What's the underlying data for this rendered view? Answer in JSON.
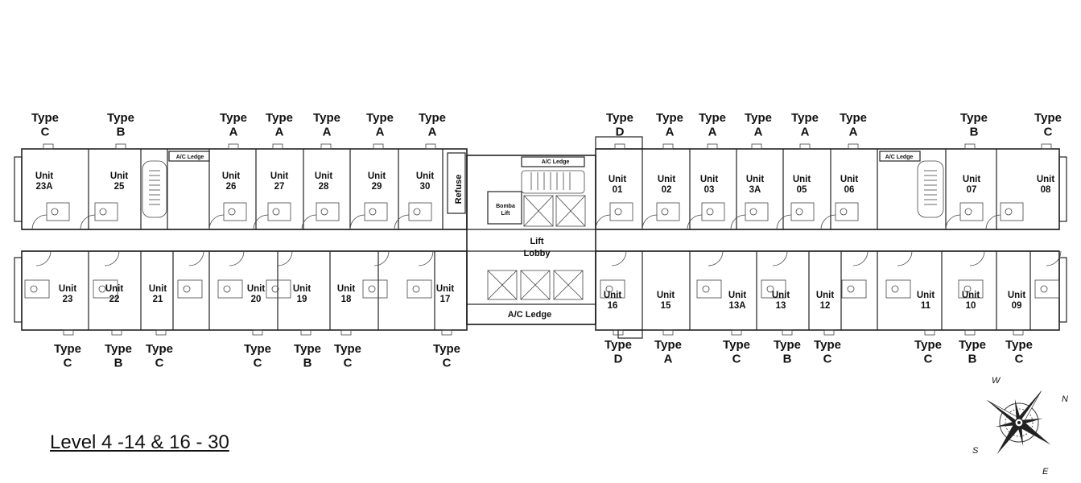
{
  "level_title": "Level 4 -14 & 16 - 30",
  "top_units": [
    {
      "unit": "Unit 23A",
      "type": "Type C"
    },
    {
      "unit": "Unit 25",
      "type": "Type B"
    },
    {
      "unit": "Unit 26",
      "type": "Type A"
    },
    {
      "unit": "Unit 27",
      "type": "Type A"
    },
    {
      "unit": "Unit 28",
      "type": "Type A"
    },
    {
      "unit": "Unit 29",
      "type": "Type A"
    },
    {
      "unit": "Unit 30",
      "type": "Type A"
    },
    {
      "unit": "Unit 01",
      "type": "Type D"
    },
    {
      "unit": "Unit 02",
      "type": "Type A"
    },
    {
      "unit": "Unit 03",
      "type": "Type A"
    },
    {
      "unit": "Unit 3A",
      "type": "Type A"
    },
    {
      "unit": "Unit 05",
      "type": "Type A"
    },
    {
      "unit": "Unit 06",
      "type": "Type A"
    },
    {
      "unit": "Unit 07",
      "type": "Type B"
    },
    {
      "unit": "Unit 08",
      "type": "Type C"
    }
  ],
  "bottom_units": [
    {
      "unit": "Unit 23",
      "type": "Type C"
    },
    {
      "unit": "Unit 22",
      "type": "Type B"
    },
    {
      "unit": "Unit 21",
      "type": "Type C"
    },
    {
      "unit": "Unit 20",
      "type": "Type C"
    },
    {
      "unit": "Unit 19",
      "type": "Type B"
    },
    {
      "unit": "Unit 18",
      "type": "Type C"
    },
    {
      "unit": "Unit 17",
      "type": "Type C"
    },
    {
      "unit": "Unit 16",
      "type": "Type D"
    },
    {
      "unit": "Unit 15",
      "type": "Type A"
    },
    {
      "unit": "Unit 13A",
      "type": "Type C"
    },
    {
      "unit": "Unit 13",
      "type": "Type B"
    },
    {
      "unit": "Unit 12",
      "type": "Type C"
    },
    {
      "unit": "Unit 11",
      "type": "Type C"
    },
    {
      "unit": "Unit 10",
      "type": "Type B"
    },
    {
      "unit": "Unit 09",
      "type": "Type C"
    }
  ],
  "labels": {
    "lift_lobby": "Lift Lobby",
    "refuse": "Refuse",
    "bomba_lift": "Bomba Lift",
    "ac_ledge": "A/C Ledge"
  },
  "compass": {
    "north": "N",
    "south": "S",
    "east": "E",
    "west": "W"
  }
}
